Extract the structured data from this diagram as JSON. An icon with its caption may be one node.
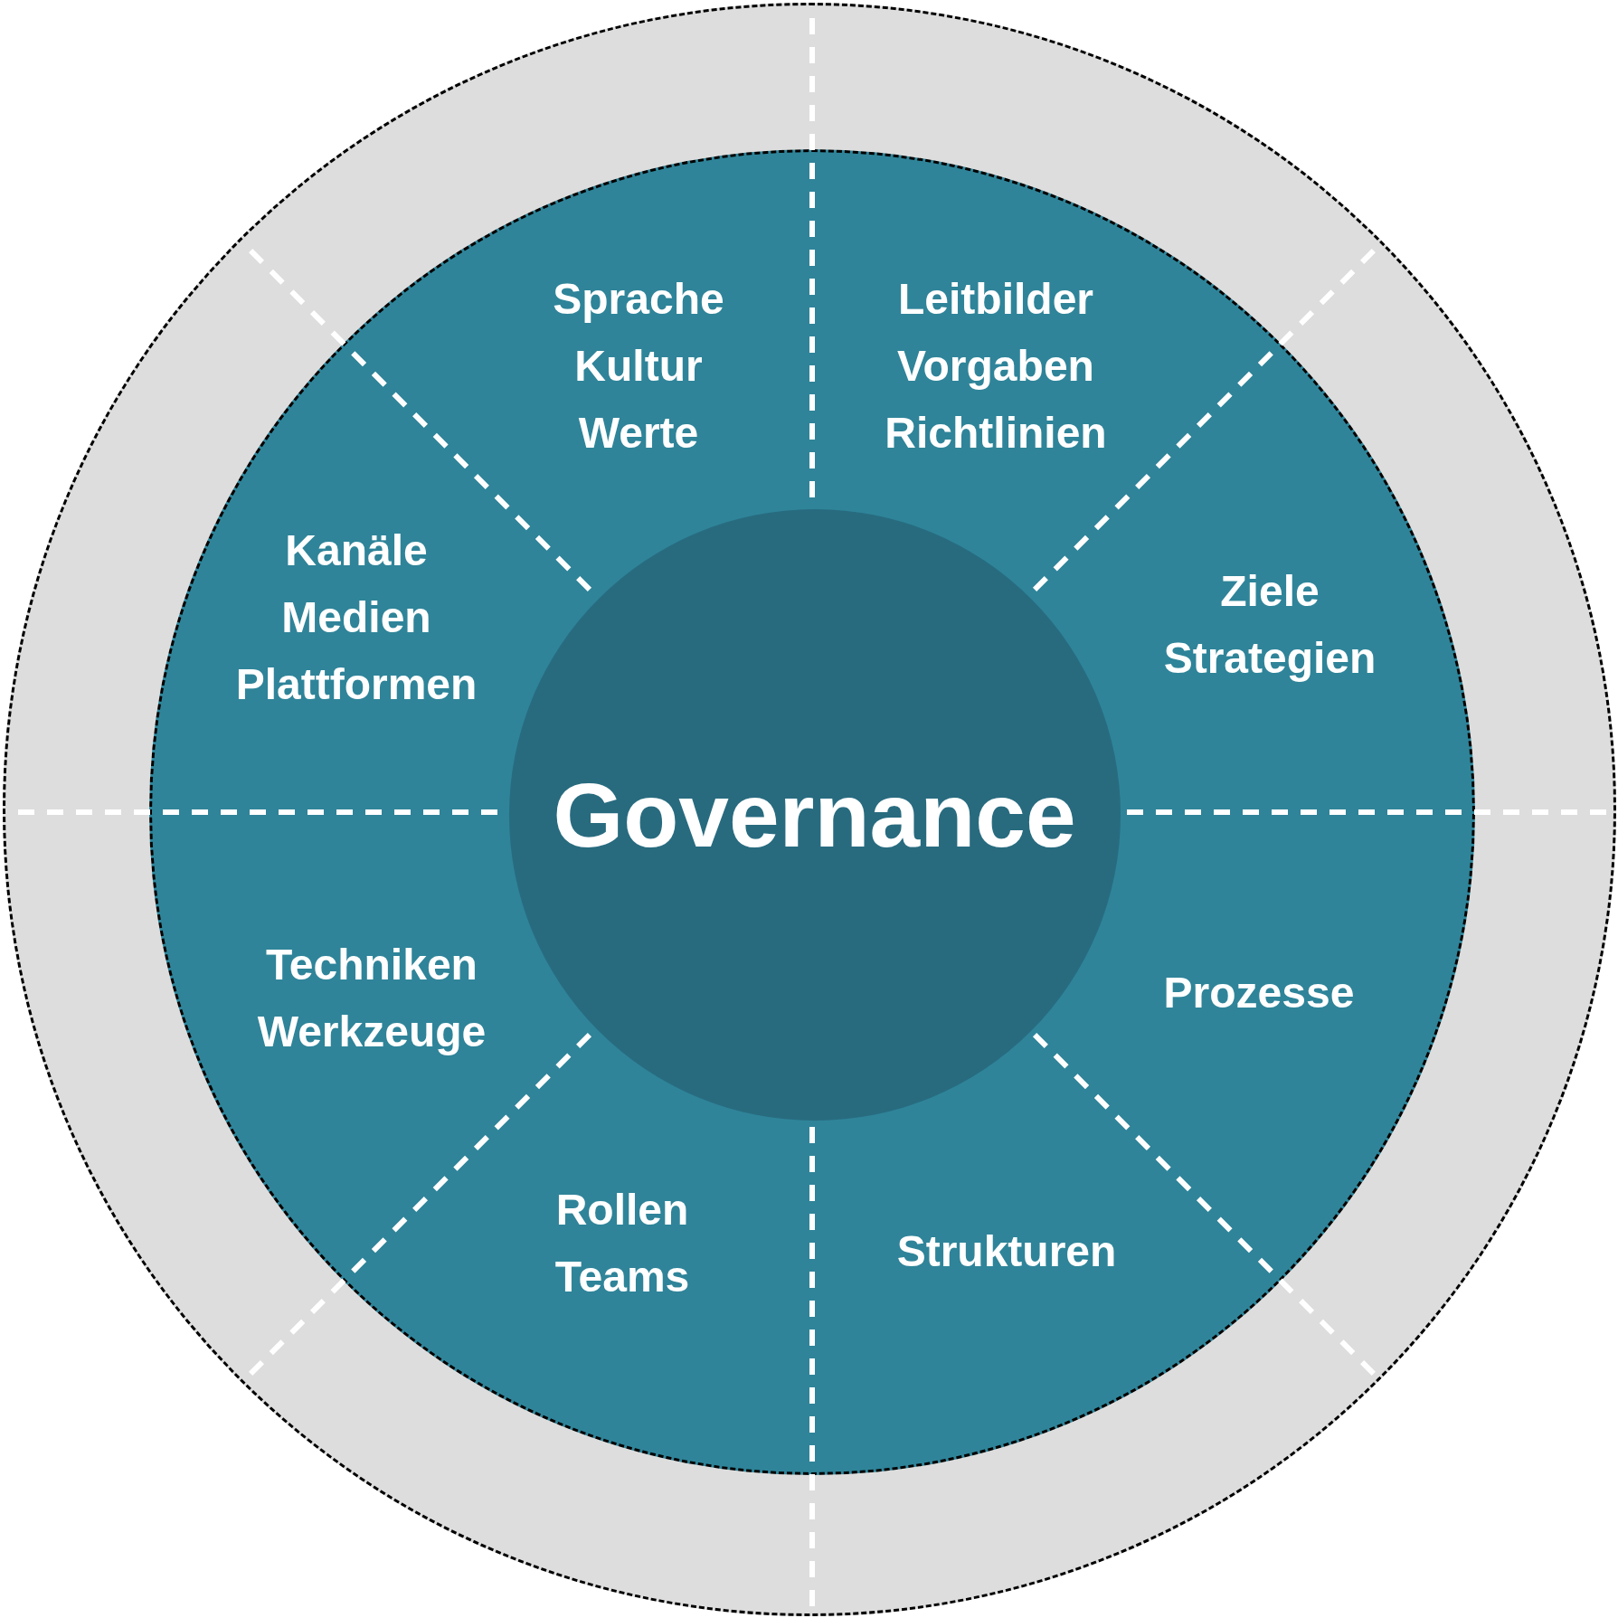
{
  "diagram": {
    "nodes": [
      {
        "text": [],
        "shape": "circle"
      },
      {
        "text": [],
        "shape": "circle",
        "in": 0
      },
      {
        "text": [
          "Governance"
        ],
        "in": 1
      },
      {
        "text": [
          "Sprache",
          "Kultur",
          "Werte"
        ],
        "in": 1
      },
      {
        "text": [
          "Leitbilder",
          "Vorgaben",
          "Richtlinien"
        ],
        "in": 1
      },
      {
        "text": [
          "Kanäle",
          "Medien",
          "Plattformen"
        ],
        "in": 1
      },
      {
        "text": [
          "Ziele",
          "Strategien"
        ],
        "in": 1
      },
      {
        "text": [
          "Techniken",
          "Werkzeuge"
        ],
        "in": 1
      },
      {
        "text": [
          "Prozesse"
        ],
        "in": 1
      },
      {
        "text": [
          "Rollen",
          "Teams"
        ],
        "in": 1
      },
      {
        "text": [
          "Strukturen"
        ],
        "in": 1
      }
    ]
  }
}
